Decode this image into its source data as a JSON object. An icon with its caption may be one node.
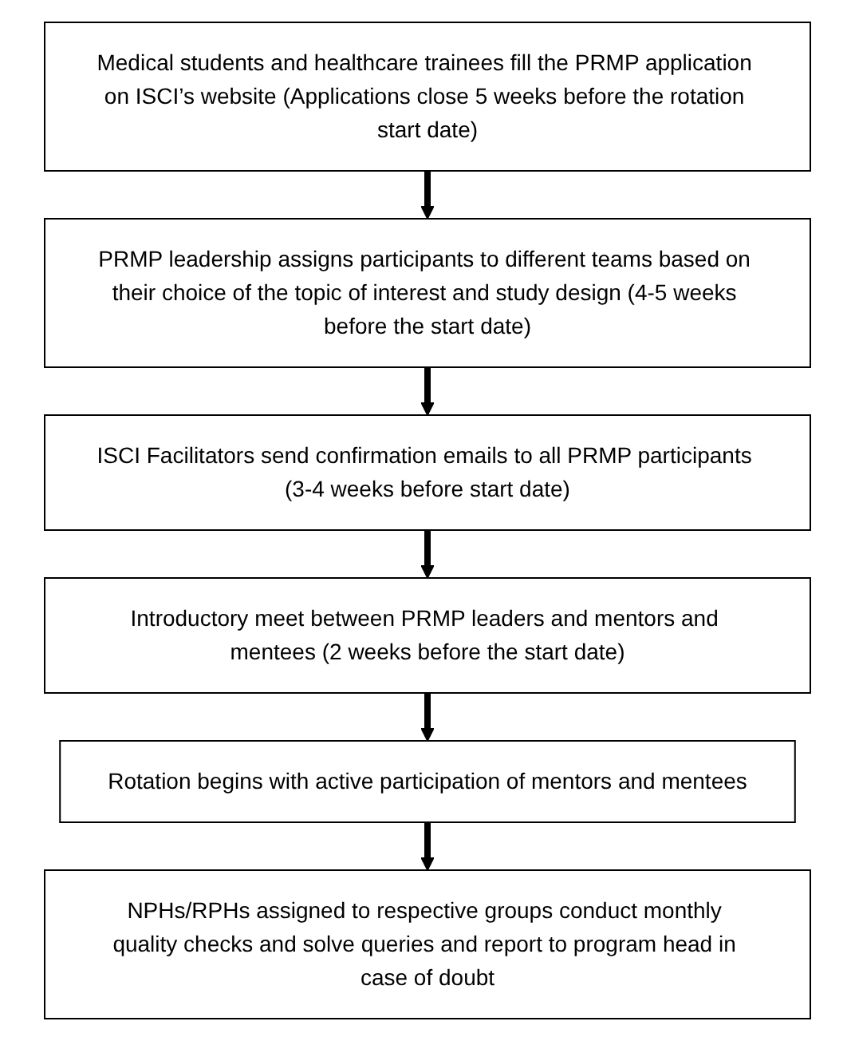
{
  "diagram": {
    "nodes": [
      {
        "text": [
          "Medical students and healthcare trainees fill the PRMP application on ISCI’s website (Applications close 5 weeks before the rotation start date)"
        ]
      },
      {
        "text": [
          "PRMP leadership assigns participants to different teams based on their choice of the topic of interest and study design (4-5 weeks before the start date)"
        ]
      },
      {
        "text": [
          "ISCI Facilitators send confirmation emails to all PRMP participants (3-4 weeks before start date)"
        ]
      },
      {
        "text": [
          "Introductory meet between PRMP leaders and mentors and mentees (2 weeks before the start date)"
        ]
      },
      {
        "text": [
          "Rotation begins with active participation of mentors and mentees"
        ]
      },
      {
        "text": [
          "NPHs/RPHs assigned to respective groups conduct monthly quality checks and solve queries and report to program head in case of doubt"
        ]
      }
    ],
    "edges": [
      {
        "from": 0,
        "to": 1,
        "arrow": "to"
      },
      {
        "from": 1,
        "to": 2,
        "arrow": "to"
      },
      {
        "from": 2,
        "to": 3,
        "arrow": "to"
      },
      {
        "from": 3,
        "to": 4,
        "arrow": "to"
      },
      {
        "from": 4,
        "to": 5,
        "arrow": "to"
      }
    ]
  }
}
